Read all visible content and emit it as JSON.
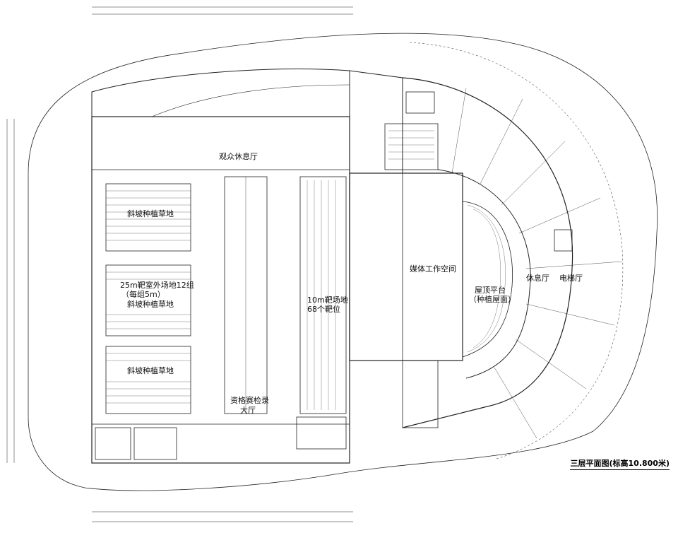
{
  "labels": {
    "audience_lounge": "观众休息厅",
    "grass_slope_1": "斜坡种植草地",
    "outdoor_range_line1": "25m靶室外场地12组",
    "outdoor_range_line2": "（每组5m）",
    "grass_slope_2": "斜坡种植草地",
    "grass_slope_3": "斜坡种植草地",
    "range_10m_line1": "10m靶场地",
    "range_10m_line2": "68个靶位",
    "qualification_hall_line1": "资格赛检录",
    "qualification_hall_line2": "大厅",
    "media_workspace": "媒体工作空间",
    "roof_terrace_line1": "屋顶平台",
    "roof_terrace_line2": "（种植屋面）",
    "rest_hall": "休息厅",
    "elevator_hall": "电梯厅"
  },
  "caption": "三层平面图(标高10.800米)"
}
